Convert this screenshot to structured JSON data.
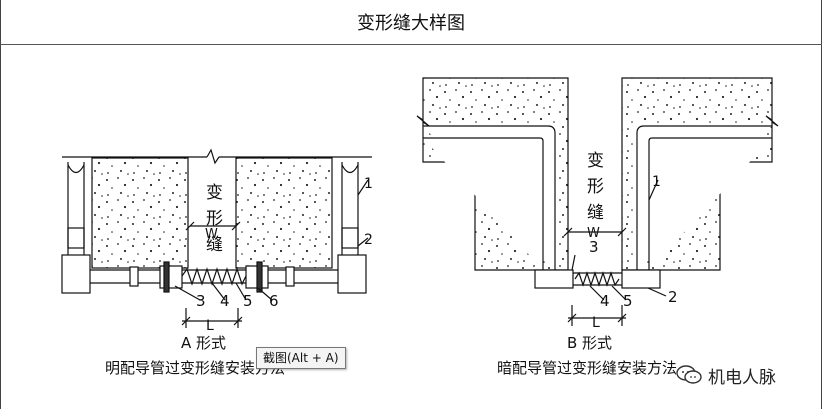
{
  "title": "变形缝大样图",
  "left": {
    "joint_label_chars": [
      "变",
      "形",
      "缝"
    ],
    "w_label": "W",
    "numbers": [
      "1",
      "2",
      "3",
      "4",
      "5",
      "6"
    ],
    "l_label": "L",
    "form_label": "A 形式",
    "caption": "明配导管过变形缝安装方法"
  },
  "right": {
    "joint_label_chars": [
      "变",
      "形",
      "缝"
    ],
    "w_label": "W",
    "numbers": [
      "1",
      "2",
      "3",
      "4",
      "5"
    ],
    "l_label": "L",
    "form_label": "B 形式",
    "caption": "暗配导管过变形缝安装方法"
  },
  "tooltip": "截图(Alt + A)",
  "watermark": {
    "icon": "wechat-icon",
    "text": "机电人脉"
  }
}
